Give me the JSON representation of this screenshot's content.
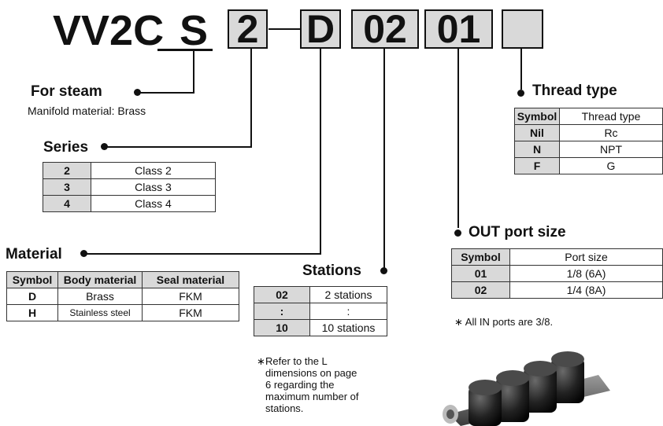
{
  "model": {
    "prefix": "VV2C",
    "steam_code": "S",
    "series_code": "2",
    "material_code": "D",
    "stations_code": "02",
    "port_code": "01",
    "thread_code": "",
    "dash": "–"
  },
  "steam": {
    "title": "For steam",
    "subtitle": "Manifold material: Brass"
  },
  "series": {
    "title": "Series",
    "rows": [
      [
        "2",
        "Class 2"
      ],
      [
        "3",
        "Class 3"
      ],
      [
        "4",
        "Class 4"
      ]
    ]
  },
  "material": {
    "title": "Material",
    "headers": [
      "Symbol",
      "Body material",
      "Seal material"
    ],
    "rows": [
      [
        "D",
        "Brass",
        "FKM"
      ],
      [
        "H",
        "Stainless steel",
        "FKM"
      ]
    ]
  },
  "stations": {
    "title": "Stations",
    "rows": [
      [
        "02",
        "2 stations"
      ],
      [
        ":",
        ":"
      ],
      [
        "10",
        "10 stations"
      ]
    ],
    "note_mark": "∗",
    "note_lines": [
      "Refer to the L",
      "dimensions on page",
      "6 regarding the",
      "maximum number of",
      "stations."
    ]
  },
  "port": {
    "title": "OUT port size",
    "headers": [
      "Symbol",
      "Port size"
    ],
    "rows": [
      [
        "01",
        "1/8 (6A)"
      ],
      [
        "02",
        "1/4 (8A)"
      ]
    ],
    "note": "∗ All IN ports are 3/8."
  },
  "thread": {
    "title": "Thread type",
    "headers": [
      "Symbol",
      "Thread type"
    ],
    "rows": [
      [
        "Nil",
        "Rc"
      ],
      [
        "N",
        "NPT"
      ],
      [
        "F",
        "G"
      ]
    ]
  }
}
